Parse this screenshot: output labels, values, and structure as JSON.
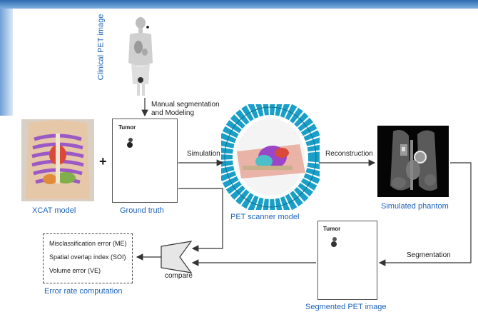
{
  "labels": {
    "clinical_pet": "Clinical PET image",
    "manual_seg_1": "Manual segmentation",
    "manual_seg_2": "and Modeling",
    "tumor_ground": "Tumor",
    "plus": "+",
    "xcat_model": "XCAT model",
    "ground_truth": "Ground  truth",
    "simulation": "Simulation",
    "pet_scanner_model": "PET scanner model",
    "reconstruction": "Reconstruction",
    "simulated_phantom": "Simulated phantom",
    "segmentation": "Segmentation",
    "tumor_segmented": "Tumor",
    "segmented_pet": "Segmented PET image",
    "compare": "compare",
    "error_rate": "Error rate computation"
  },
  "errors": [
    "Misclassification error (ME)",
    "Spatial overlap index (SOI)",
    "Volume error (VE)"
  ],
  "colors": {
    "caption_blue": "#1e63b8",
    "ring_blue": "#1aa0c8",
    "arrow": "#333333"
  }
}
